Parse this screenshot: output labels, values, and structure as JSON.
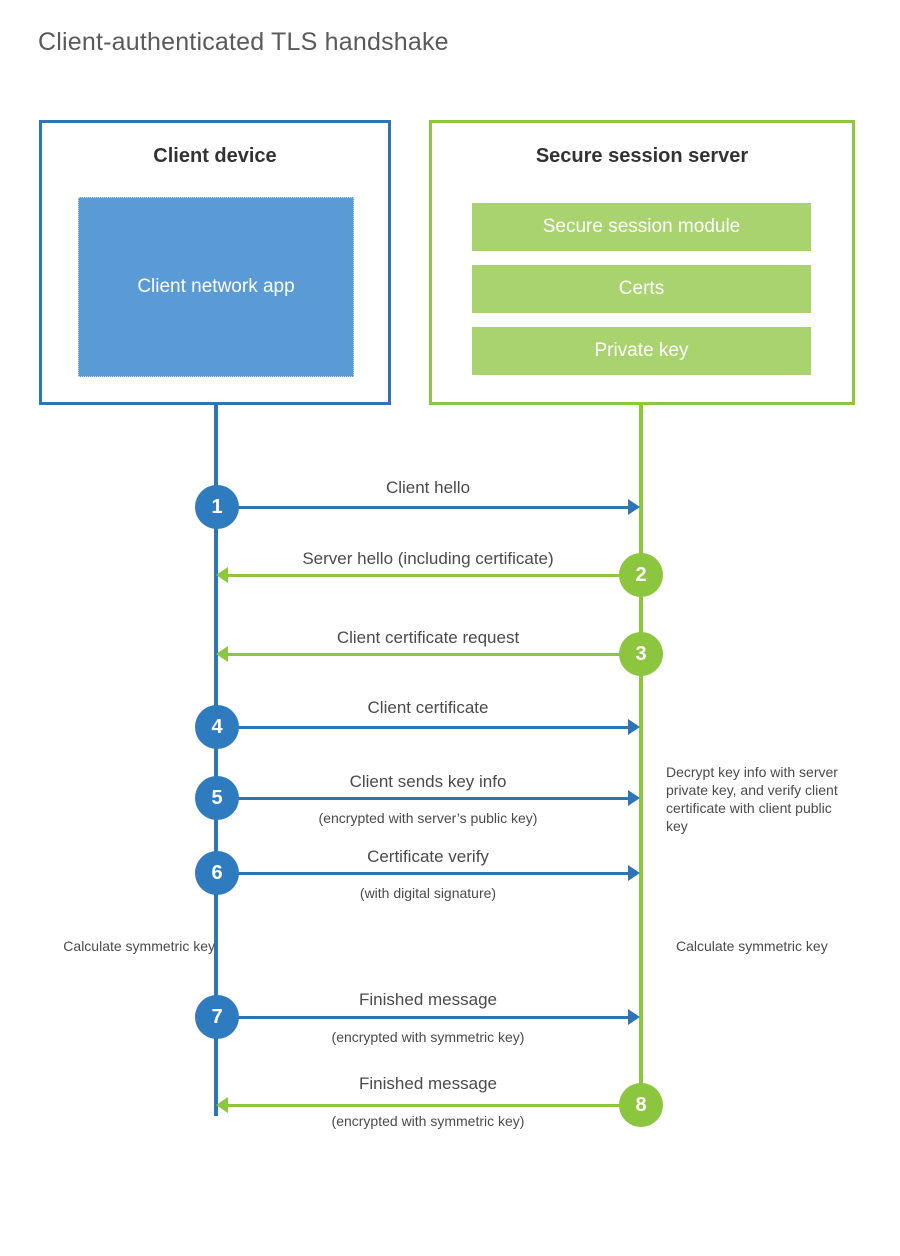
{
  "title": "Client-authenticated TLS handshake",
  "colors": {
    "client_border": "#2E75B6",
    "client_fill": "#5B9BD5",
    "server_border": "#8DC63F",
    "server_fill": "#A9D36E",
    "client_circle": "#2E7CBF",
    "server_circle": "#8CC63E",
    "text": "#4a4a4a",
    "title_text": "#5a5a5a",
    "background": "#ffffff"
  },
  "client": {
    "title": "Client device",
    "app_label": "Client network app"
  },
  "server": {
    "title": "Secure session server",
    "modules": [
      "Secure session module",
      "Certs",
      "Private key"
    ]
  },
  "messages": [
    {
      "step": "1",
      "label": "Client hello",
      "sublabel": "",
      "direction": "client-to-server",
      "color": "blue"
    },
    {
      "step": "2",
      "label": "Server hello (including certificate)",
      "sublabel": "",
      "direction": "server-to-client",
      "color": "green"
    },
    {
      "step": "3",
      "label": "Client certificate request",
      "sublabel": "",
      "direction": "server-to-client",
      "color": "green"
    },
    {
      "step": "4",
      "label": "Client certificate",
      "sublabel": "",
      "direction": "client-to-server",
      "color": "blue"
    },
    {
      "step": "5",
      "label": "Client sends key info",
      "sublabel": "(encrypted with server’s public key)",
      "direction": "client-to-server",
      "color": "blue"
    },
    {
      "step": "6",
      "label": "Certificate verify",
      "sublabel": "(with digital signature)",
      "direction": "client-to-server",
      "color": "blue"
    },
    {
      "step": "7",
      "label": "Finished message",
      "sublabel": "(encrypted with symmetric key)",
      "direction": "client-to-server",
      "color": "blue"
    },
    {
      "step": "8",
      "label": "Finished message",
      "sublabel": "(encrypted with symmetric key)",
      "direction": "server-to-client",
      "color": "green"
    }
  ],
  "annotations": {
    "decrypt_note": "Decrypt key info with server private key, and verify client certificate with client public key",
    "calculate_client": "Calculate symmetric key",
    "calculate_server": "Calculate symmetric key"
  }
}
